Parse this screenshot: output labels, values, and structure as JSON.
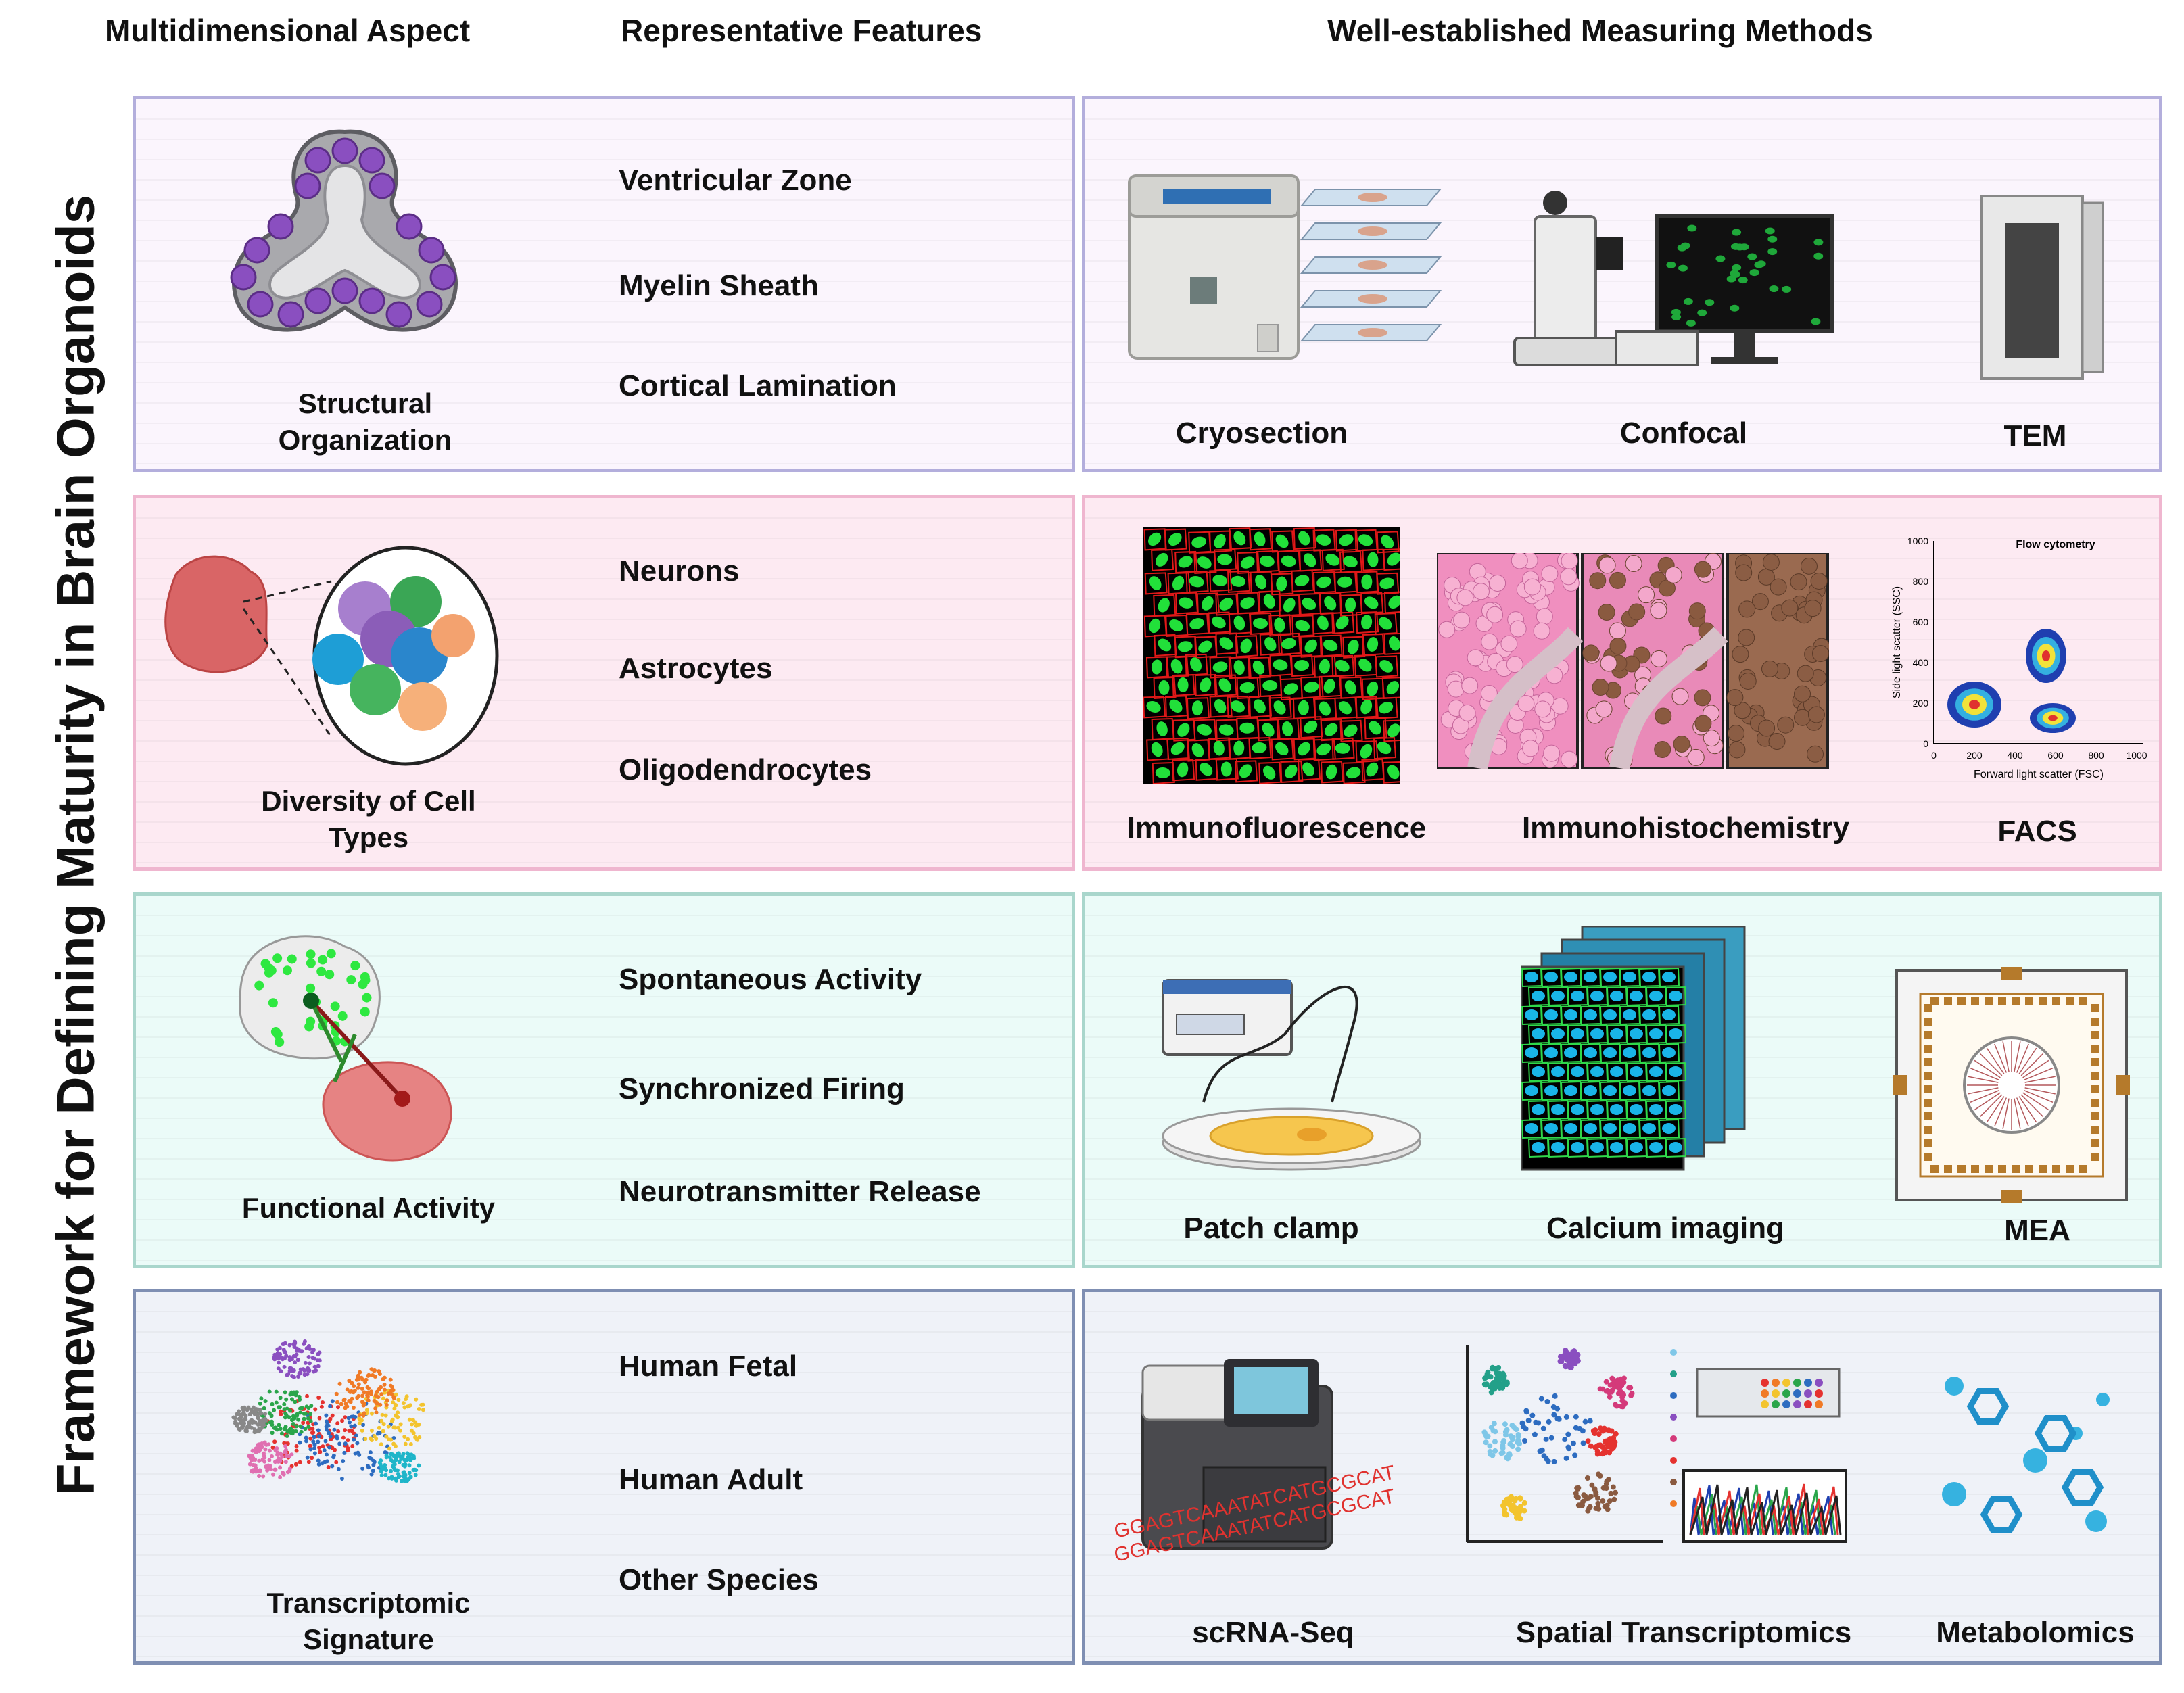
{
  "headers": {
    "aspect": "Multidimensional Aspect",
    "features": "Representative Features",
    "methods": "Well-established Measuring Methods"
  },
  "side_title": "Framework for Defining Maturity in Brain Organoids",
  "rows": [
    {
      "aspect": "Structural Organization",
      "features": [
        "Ventricular Zone",
        "Myelin Sheath",
        "Cortical Lamination"
      ],
      "methods": [
        "Cryosection",
        "Confocal",
        "TEM"
      ]
    },
    {
      "aspect": "Diversity of Cell Types",
      "features": [
        "Neurons",
        "Astrocytes",
        "Oligodendrocytes"
      ],
      "methods": [
        "Immunofluorescence",
        "Immunohistochemistry",
        "FACS"
      ]
    },
    {
      "aspect": "Functional Activity",
      "features": [
        "Spontaneous Activity",
        "Synchronized Firing",
        "Neurotransmitter Release"
      ],
      "methods": [
        "Patch clamp",
        "Calcium imaging",
        "MEA"
      ]
    },
    {
      "aspect": "Transcriptomic Signature",
      "features": [
        "Human Fetal",
        "Human Adult",
        "Other Species"
      ],
      "methods": [
        "scRNA-Seq",
        "Spatial Transcriptomics",
        "Metabolomics"
      ]
    }
  ],
  "facs_plot": {
    "title": "Flow cytometry",
    "xlabel": "Forward light scatter (FSC)",
    "ylabel": "Side light scatter (SSC)",
    "xticks": [
      "0",
      "200",
      "400",
      "600",
      "800",
      "1000"
    ],
    "yticks": [
      "0",
      "200",
      "400",
      "600",
      "800",
      "1000"
    ]
  },
  "sequence_text": "GGAGTCAAATATCATGCGCAT",
  "colors": {
    "row1_border": "#b3aedc",
    "row2_border": "#efb6cf",
    "row3_border": "#a9d6cc",
    "row4_border": "#7f8fb3",
    "ventricle_cells": "#8a4fc0",
    "fluorescence_green": "#22e03a",
    "calcium_cyan": "#19b5e8",
    "sequence_red": "#e0322f"
  }
}
